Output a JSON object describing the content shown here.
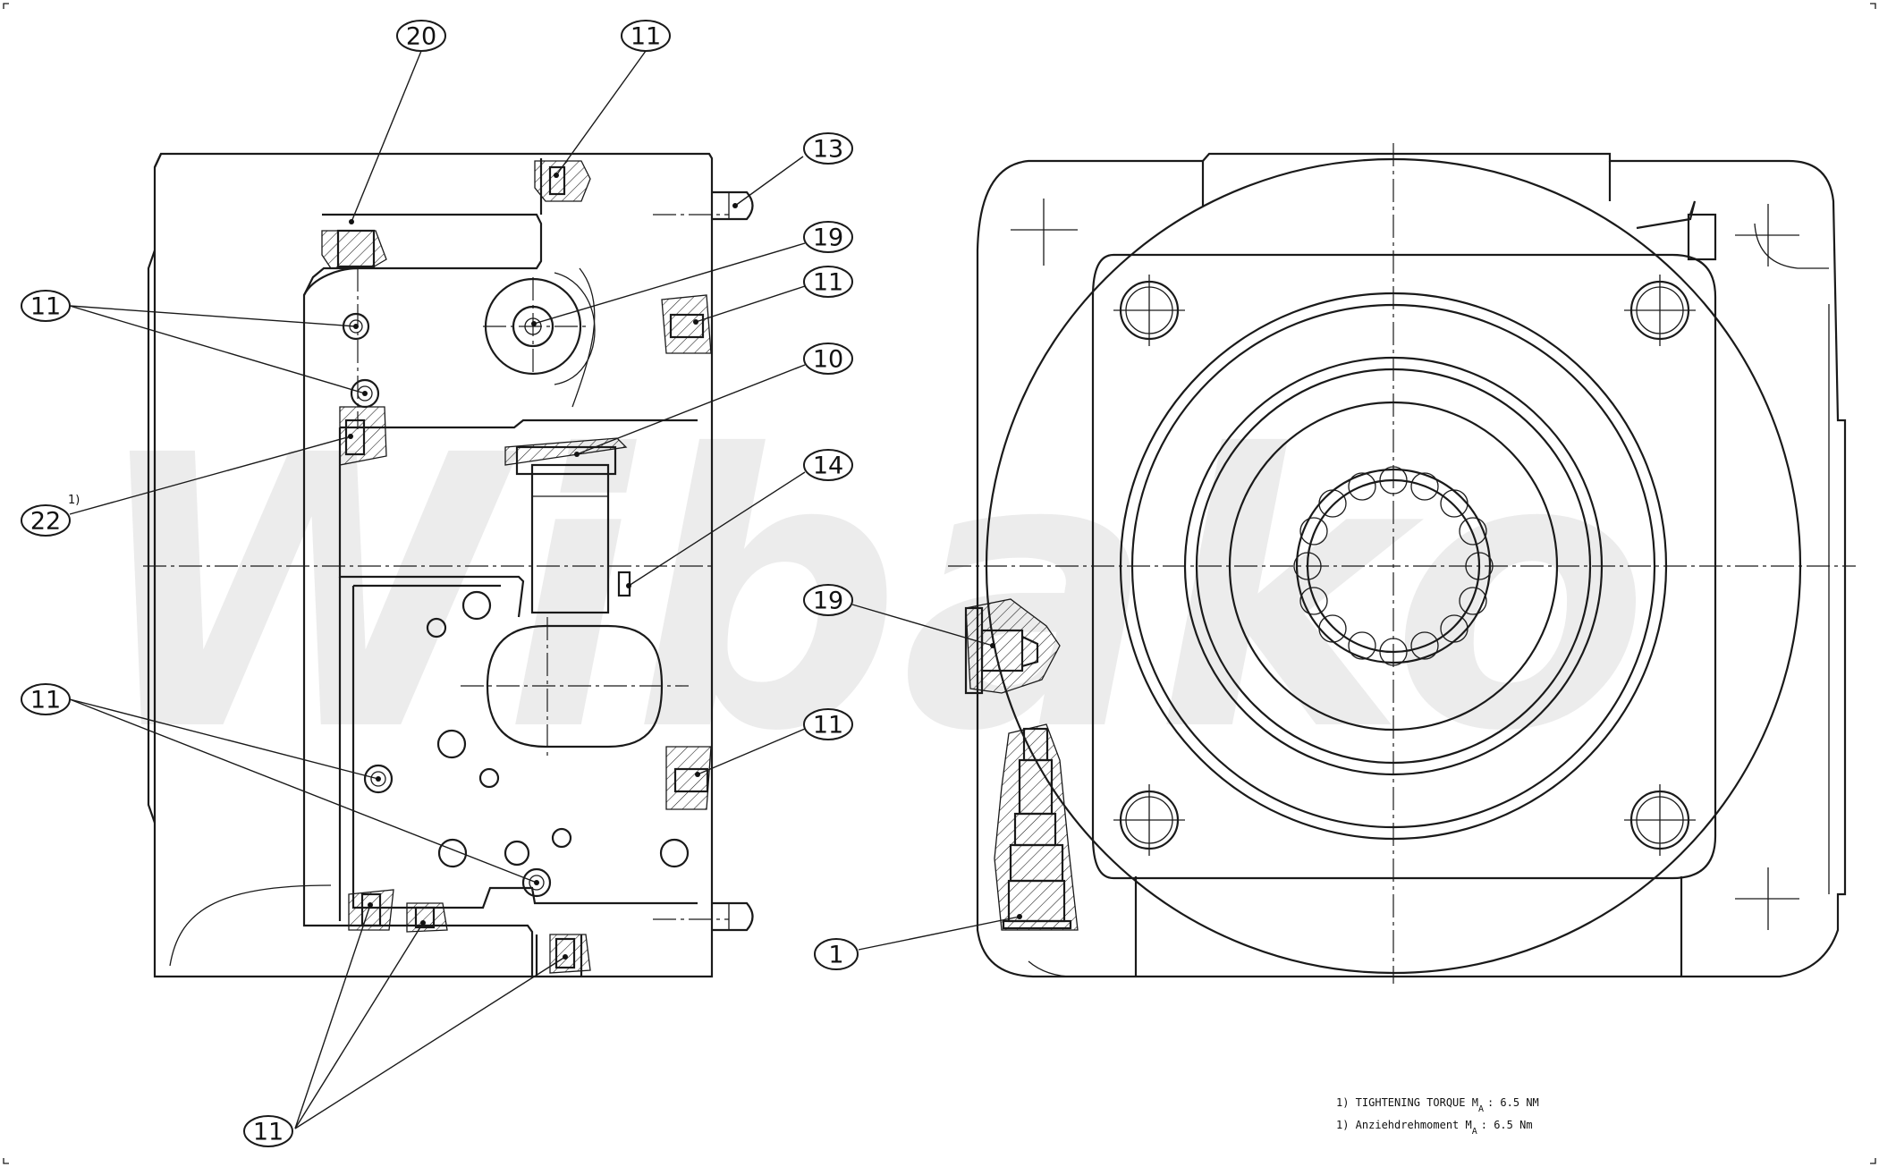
{
  "watermark": "Wibako",
  "balloons": [
    "20",
    "11",
    "13",
    "19",
    "11",
    "10",
    "11",
    "22",
    "14",
    "11",
    "11",
    "19",
    "11",
    "1"
  ],
  "balloon_22_superscript": "1)",
  "notes": {
    "line1": "1) TIGHTENING TORQUE M",
    "line1_sub": "A",
    "line1_val": ": 6.5 NM",
    "line2": "1) Anziehdrehmoment M",
    "line2_sub": "A",
    "line2_val": ": 6.5 Nm"
  }
}
